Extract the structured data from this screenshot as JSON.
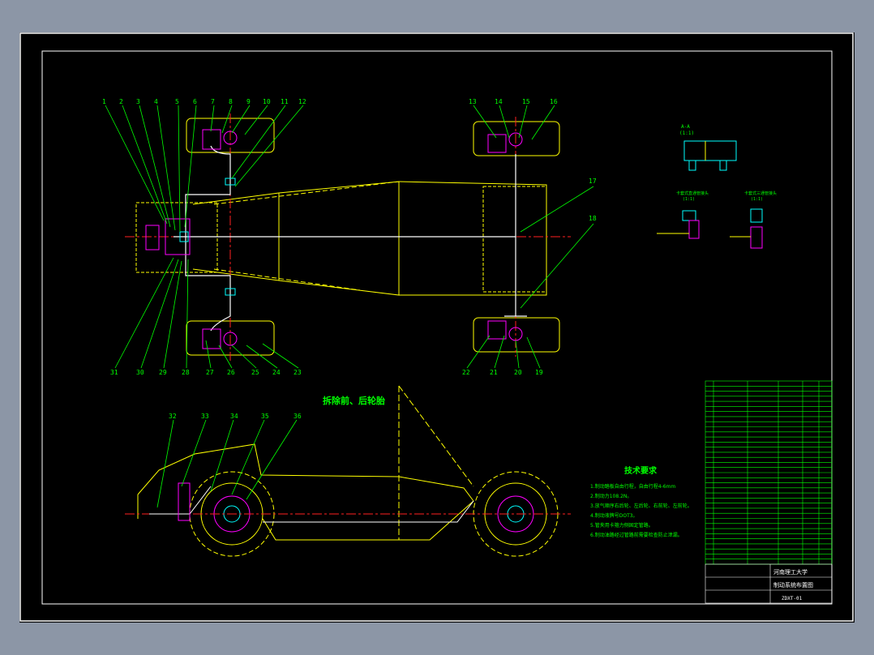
{
  "drawing": {
    "callouts_top": [
      "1",
      "2",
      "3",
      "4",
      "5",
      "6",
      "7",
      "8",
      "9",
      "10",
      "11",
      "12"
    ],
    "callouts_top_right": [
      "13",
      "14",
      "15",
      "16"
    ],
    "callouts_right": [
      "17",
      "18"
    ],
    "callouts_bottom": [
      "31",
      "30",
      "29",
      "28",
      "27",
      "26",
      "25",
      "24",
      "23"
    ],
    "callouts_bottom_right": [
      "22",
      "21",
      "20",
      "19"
    ],
    "callouts_side": [
      "32",
      "33",
      "34",
      "35",
      "36"
    ],
    "side_view_title": "拆除前、后轮胎",
    "tech_title": "技术要求",
    "tech_lines": [
      "1.制动踏板自由行程，自由行程4-6mm",
      "2.制动力108.2N。",
      "3.放气顺序右后轮、左后轮、右前轮、左前轮。",
      "4.制动液牌号DOT3。",
      "5.管夹用卡箍力侧固定管路。",
      "6.制动油路经过管路前需要检查防止泄漏。"
    ],
    "detail_a_title": "A-A",
    "detail_a_scale": "(1:1)",
    "detail_b_title": "卡套式直通管接头",
    "detail_b_scale": "(1:1)",
    "detail_c_title": "卡套式三通管接头",
    "detail_c_scale": "(1:1)",
    "title_block": {
      "school": "河南理工大学",
      "drawing_name": "制动系统布置图",
      "drawing_no": "ZDXT-01"
    }
  },
  "colors": {
    "frame": "#ffffff",
    "body": "#ffff00",
    "leader": "#00ff00",
    "center": "#ff2020",
    "parts": "#ff00ff",
    "detail": "#00ffff",
    "background": "#000000",
    "window": "#8c96a6"
  }
}
